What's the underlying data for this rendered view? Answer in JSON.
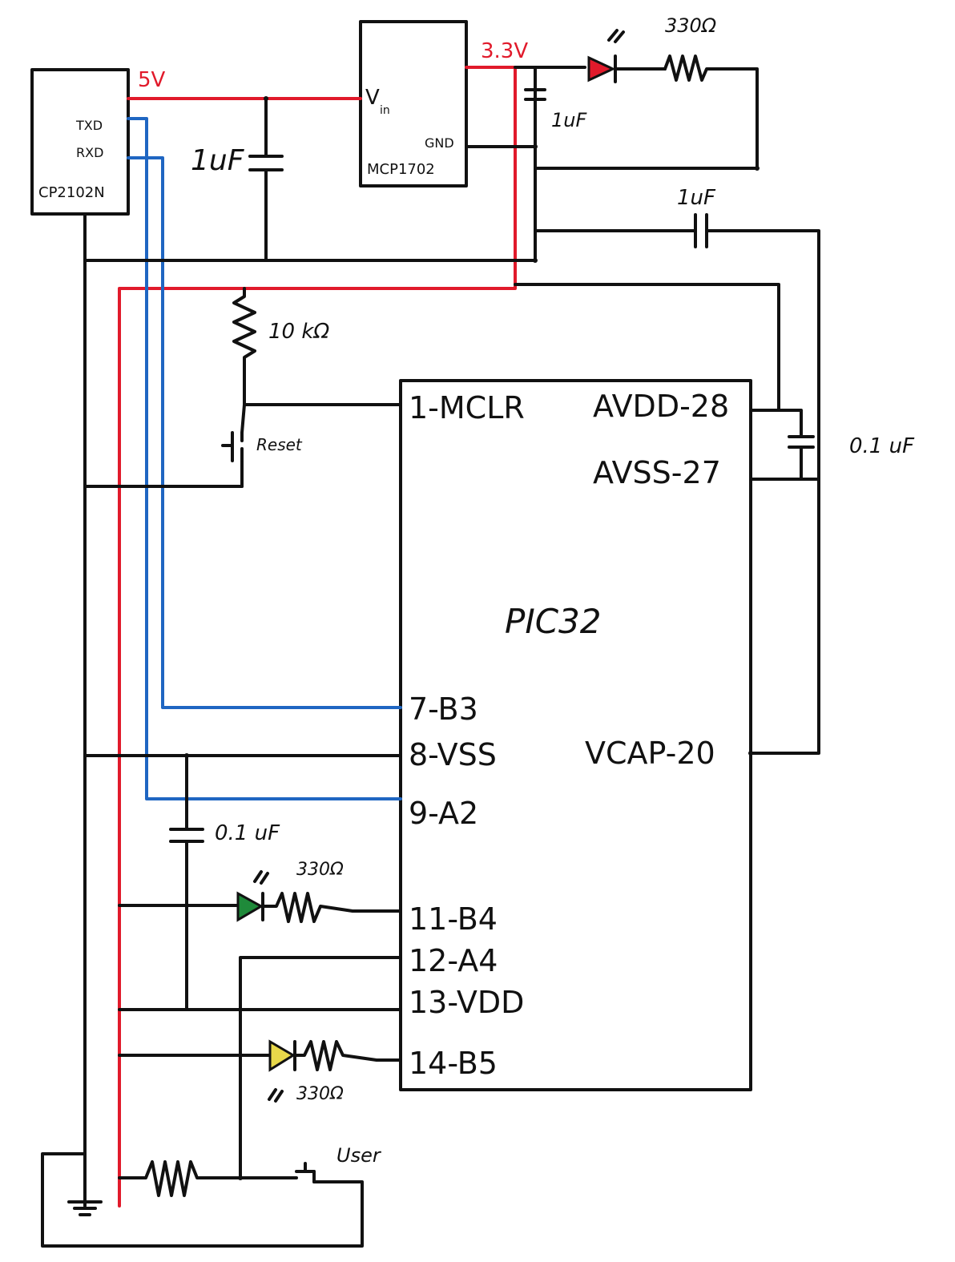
{
  "cp2102": {
    "name": "CP2102N",
    "txd": "TXD",
    "rxd": "RXD"
  },
  "regulator": {
    "name": "MCP1702",
    "vin": "V",
    "vin_sub": "in",
    "gnd": "GND"
  },
  "rails": {
    "five_volt": "5V",
    "three_volt": "3.3V"
  },
  "components": {
    "cap_input": "1uF",
    "cap_output": "1uF",
    "cap_vcap": "1uF",
    "cap_avdd": "0.1 uF",
    "cap_vdd": "0.1 uF",
    "res_power_led": "330Ω",
    "res_pullup": "10 kΩ",
    "res_b4_led": "330Ω",
    "res_b5_led": "330Ω",
    "reset_button": "Reset",
    "user_button": "User"
  },
  "pic": {
    "name": "PIC32",
    "pins": {
      "mclr": "1-MCLR",
      "avdd": "AVDD-28",
      "avss": "AVSS-27",
      "b3": "7-B3",
      "vss": "8-VSS",
      "a2": "9-A2",
      "vcap": "VCAP-20",
      "b4": "11-B4",
      "a4": "12-A4",
      "vdd": "13-VDD",
      "b5": "14-B5"
    }
  },
  "colors": {
    "power_wire": "#e11a2b",
    "signal_wire": "#1f66c2",
    "ground_wire": "#111111",
    "power_led": "#e11a2b",
    "b4_led": "#1f8a3a",
    "b5_led": "#e8d84a"
  }
}
